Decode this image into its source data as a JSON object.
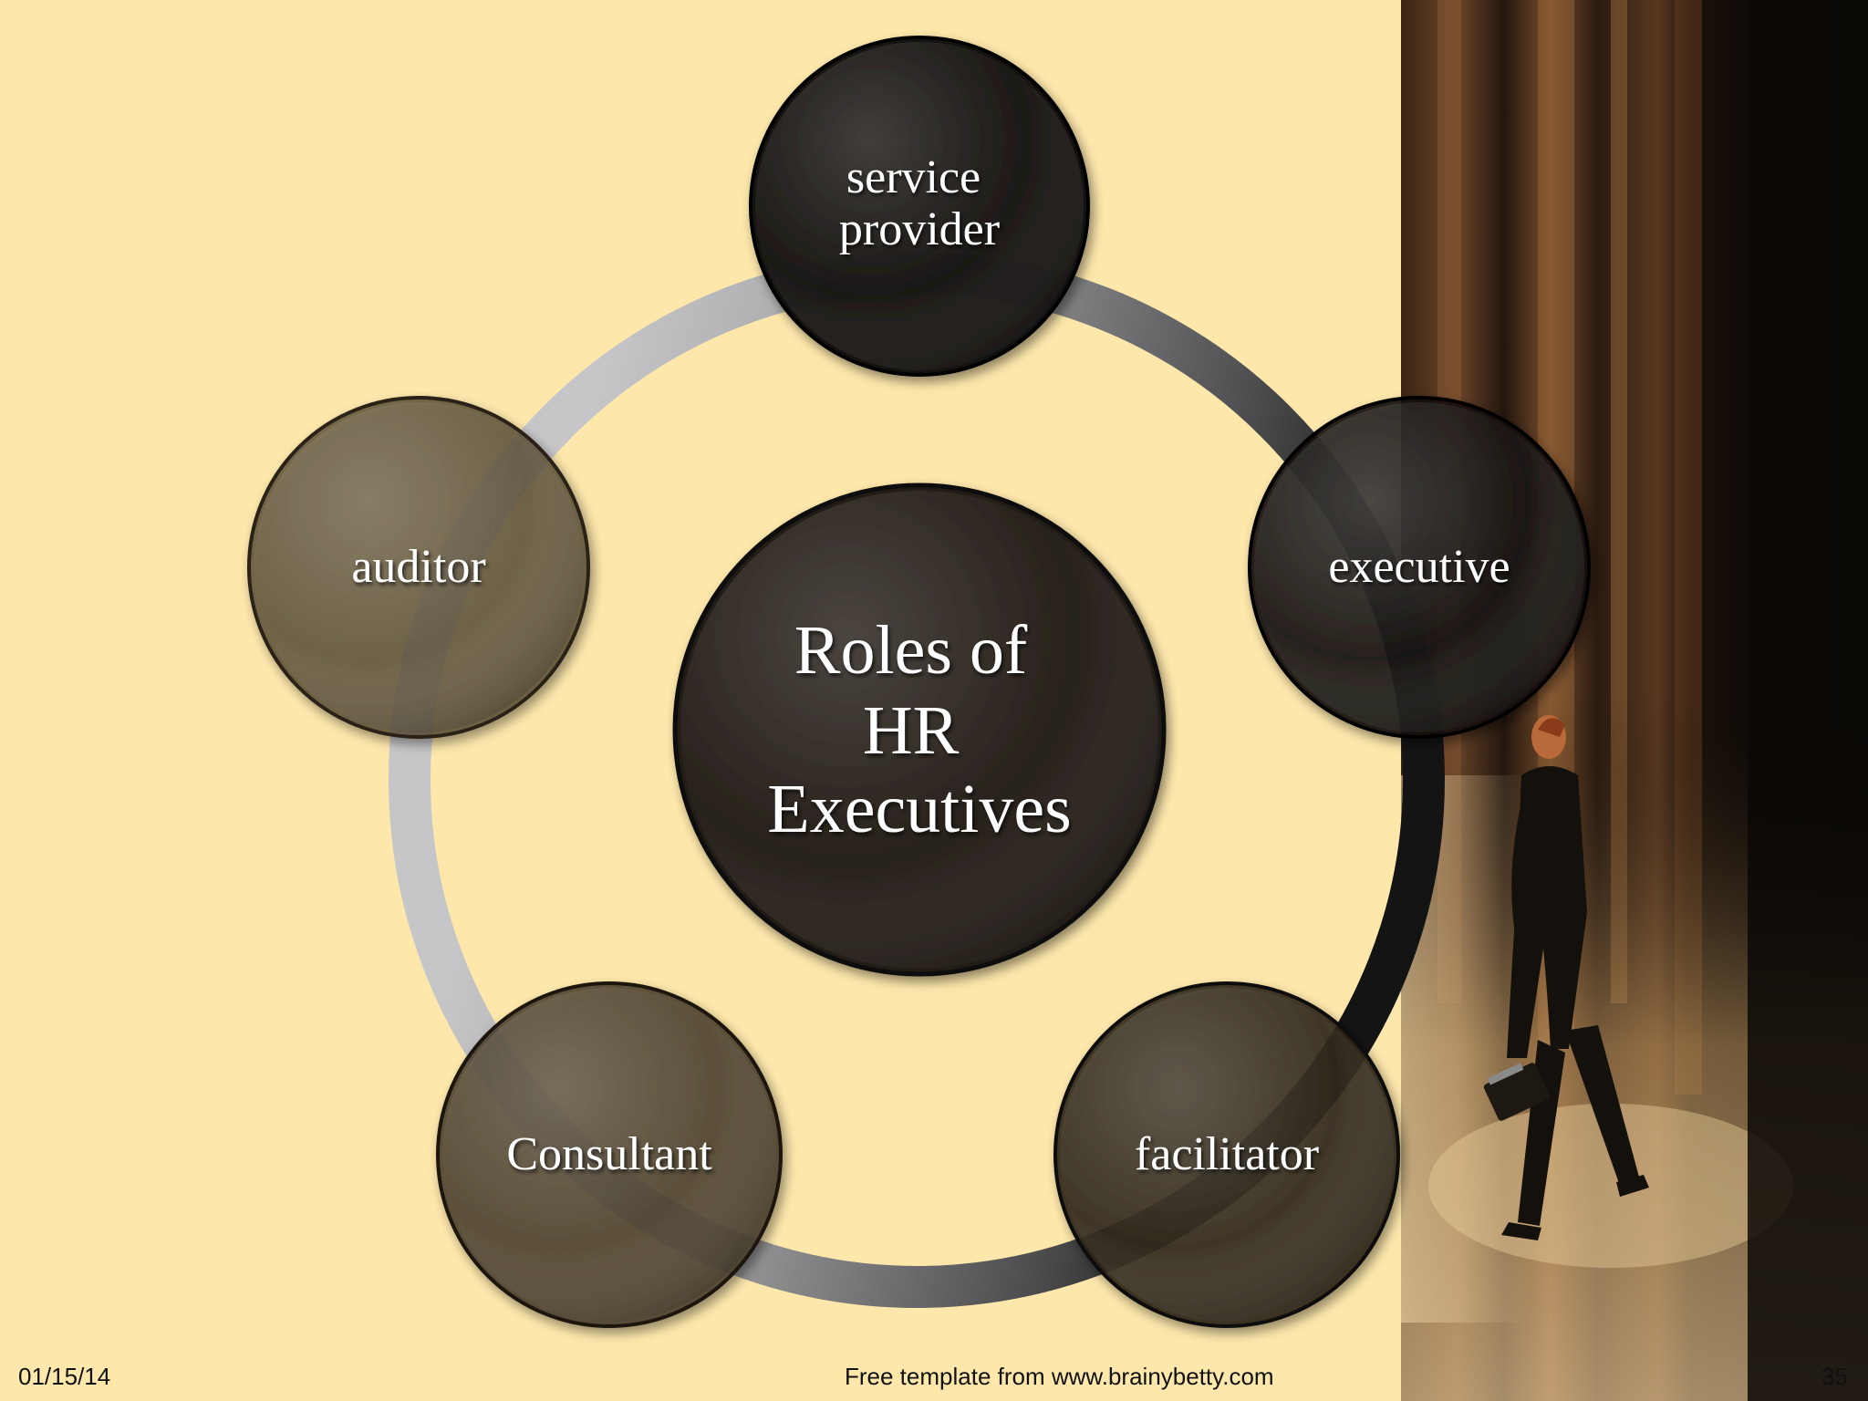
{
  "slide": {
    "background_color": "#fde7ab",
    "photo": {
      "description_icon": "businessman-walking-photo",
      "colors": [
        "#1b120c",
        "#4a2a18",
        "#c4a070"
      ]
    }
  },
  "diagram": {
    "center": {
      "label_lines": [
        "Roles of",
        "HR",
        "Executives"
      ]
    },
    "nodes": [
      {
        "id": "service-provider",
        "label_lines": [
          "service",
          "provider"
        ],
        "color": "#120f0c"
      },
      {
        "id": "executive",
        "label_lines": [
          "executive"
        ],
        "color": "#151210"
      },
      {
        "id": "facilitator",
        "label_lines": [
          "facilitator"
        ],
        "color": "#2e2618"
      },
      {
        "id": "consultant",
        "label_lines": [
          "Consultant"
        ],
        "color": "#4a3f2c"
      },
      {
        "id": "auditor",
        "label_lines": [
          "auditor"
        ],
        "color": "#5d5038"
      }
    ],
    "ring_colors": [
      "#c6c6c8",
      "#8e8e90",
      "#505052",
      "#141414"
    ]
  },
  "footer": {
    "date": "01/15/14",
    "credit": "Free template from www.brainybetty.com",
    "page_number": "35"
  }
}
